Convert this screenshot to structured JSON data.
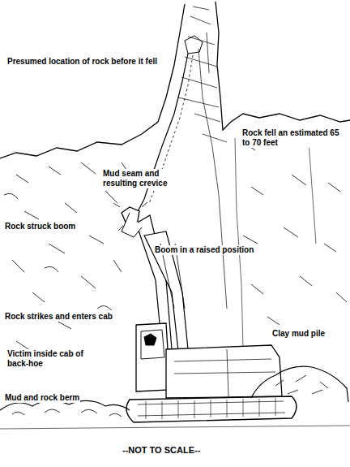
{
  "diagram": {
    "labels": [
      "Presumed location of rock before it fell",
      "Rock fell an estimated 65 to 70 feet",
      "Mud seam and resulting crevice",
      "Rock struck boom",
      "Boom in a raised position",
      "Rock strikes and enters cab",
      "Clay mud pile",
      "Victim inside cab of back-hoe",
      "Mud and rock berm",
      "--NOT TO SCALE--"
    ]
  }
}
